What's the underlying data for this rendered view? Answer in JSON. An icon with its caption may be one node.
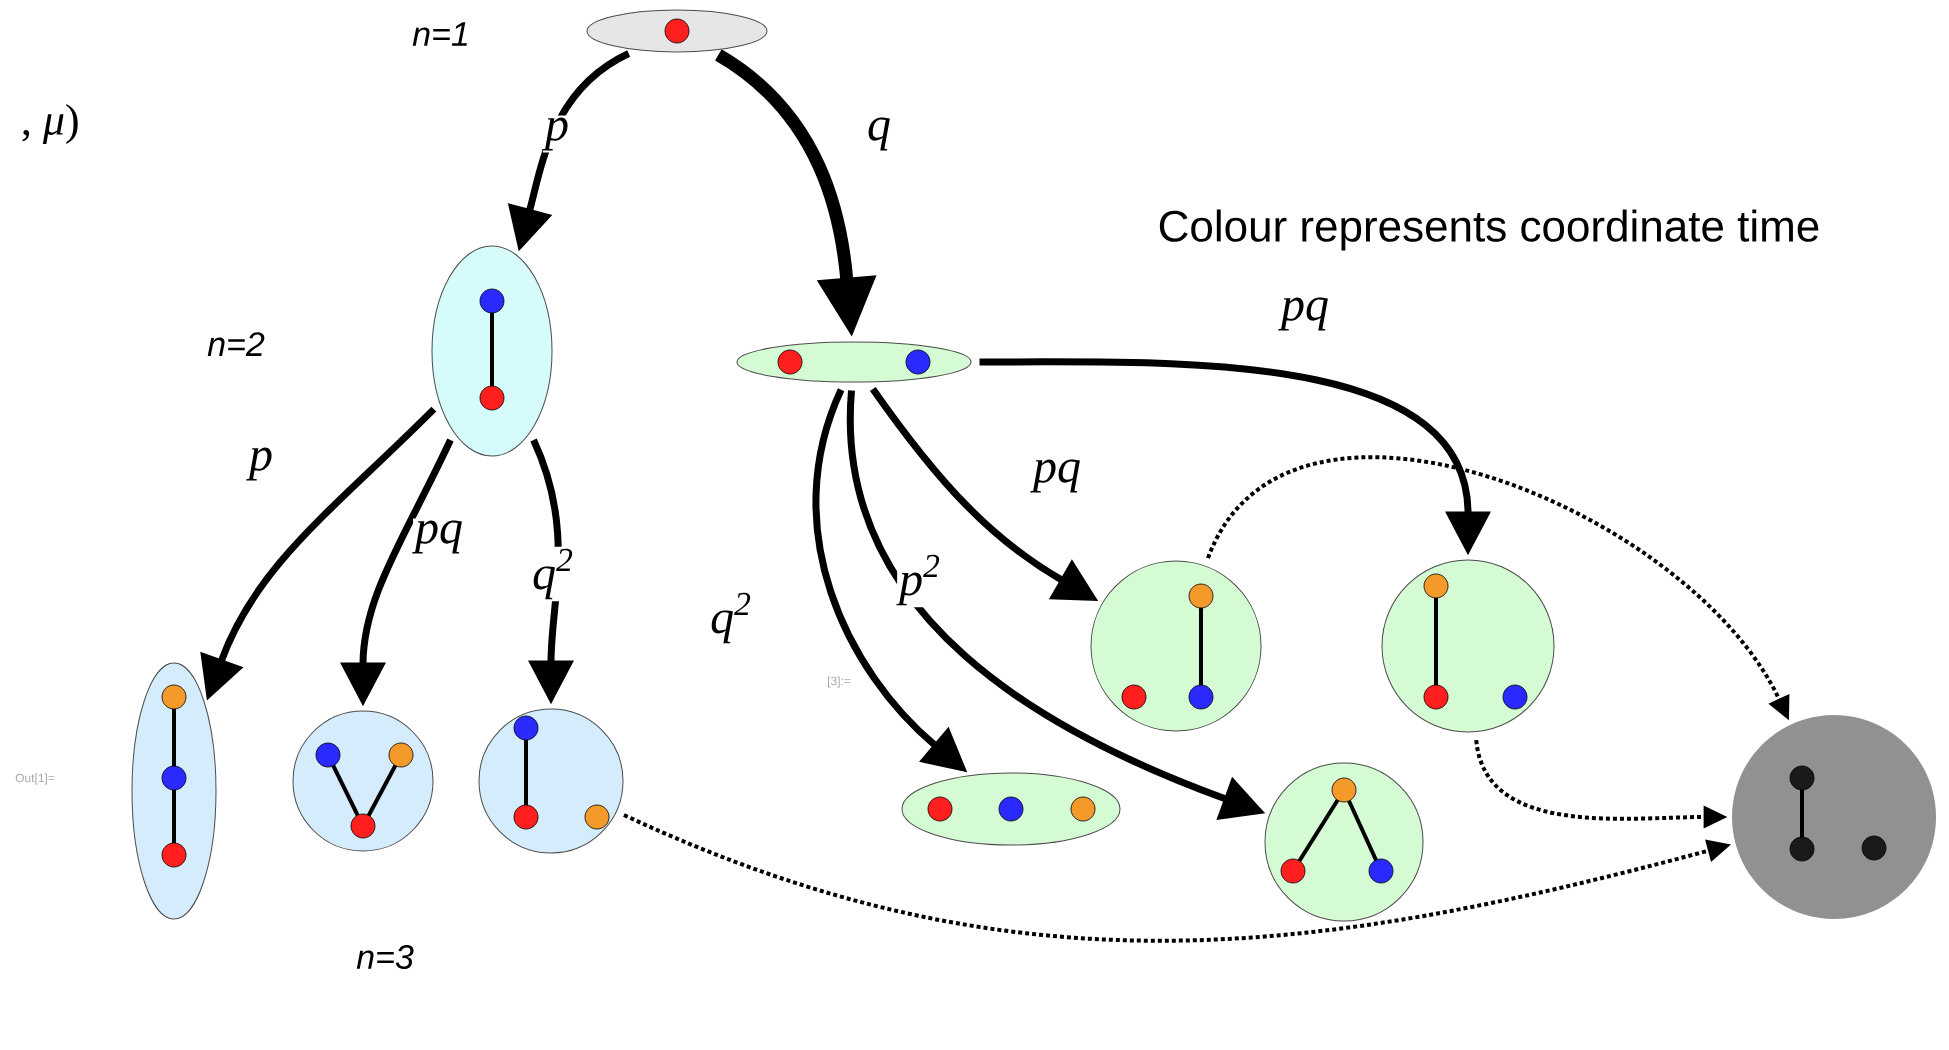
{
  "diagram": {
    "nodes": [
      {
        "text": [],
        "shape": "ellipse"
      },
      {
        "text": [],
        "shape": "ellipse"
      },
      {
        "text": [],
        "shape": "ellipse"
      },
      {
        "text": [],
        "shape": "ellipse"
      },
      {
        "text": [],
        "shape": "circle"
      },
      {
        "text": [],
        "shape": "circle"
      },
      {
        "text": [],
        "shape": "ellipse"
      },
      {
        "text": [],
        "shape": "circle"
      },
      {
        "text": [],
        "shape": "circle"
      },
      {
        "text": [],
        "shape": "circle"
      },
      {
        "text": [],
        "shape": "circle"
      }
    ],
    "edges": [
      {
        "from": 0,
        "to": 1,
        "arrow": "to",
        "label": "p"
      },
      {
        "from": 0,
        "to": 2,
        "arrow": "to",
        "label": "q",
        "style": "thick"
      },
      {
        "from": 1,
        "to": 3,
        "arrow": "to",
        "label": "p"
      },
      {
        "from": 1,
        "to": 4,
        "arrow": "to",
        "label": "pq"
      },
      {
        "from": 1,
        "to": 5,
        "arrow": "to",
        "label": "q$^{2}$"
      },
      {
        "from": 2,
        "to": 8,
        "arrow": "to",
        "label": "pq"
      },
      {
        "from": 2,
        "to": 7,
        "arrow": "to",
        "label": "pq"
      },
      {
        "from": 2,
        "to": 6,
        "arrow": "to",
        "label": "q$^{2}$"
      },
      {
        "from": 2,
        "to": 9,
        "arrow": "to",
        "label": "p$^{2}$"
      },
      {
        "from": 7,
        "to": 10,
        "arrow": "to",
        "style": "dashed"
      },
      {
        "from": 8,
        "to": 10,
        "arrow": "to",
        "style": "dashed"
      },
      {
        "from": 5,
        "to": 10,
        "arrow": "to",
        "style": "dashed"
      }
    ],
    "labels": [
      "n=1",
      ", *μ*)",
      "Colour represents coordinate time",
      "n=2",
      "Out[1]=",
      "[3]:=",
      "n=3"
    ]
  }
}
